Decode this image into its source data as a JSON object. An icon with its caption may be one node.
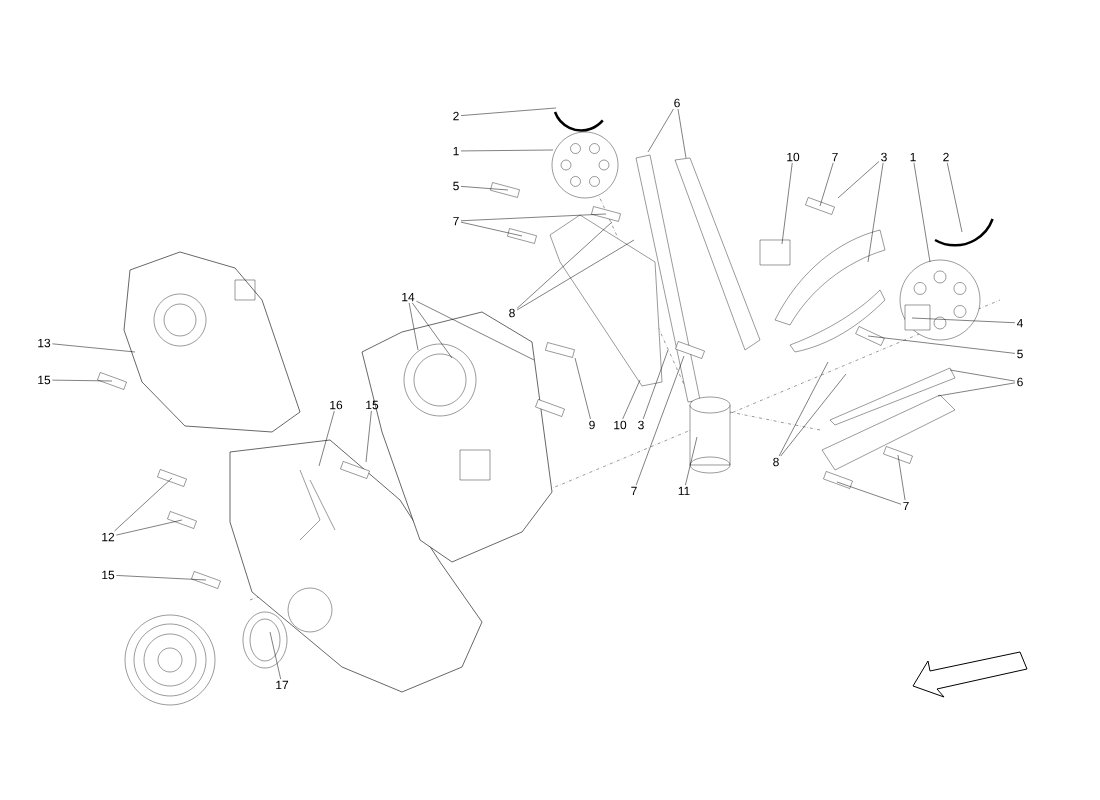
{
  "diagram": {
    "nodes": [
      {
        "text": [
          "6"
        ]
      },
      {
        "text": [
          "2"
        ]
      },
      {
        "text": [
          "1"
        ]
      },
      {
        "text": [
          "10"
        ]
      },
      {
        "text": [
          "7"
        ]
      },
      {
        "text": [
          "3"
        ]
      },
      {
        "text": [
          "1"
        ]
      },
      {
        "text": [
          "2"
        ]
      },
      {
        "text": [
          "5"
        ]
      },
      {
        "text": [
          "7"
        ]
      },
      {
        "text": [
          "14"
        ]
      },
      {
        "text": [
          "8"
        ]
      },
      {
        "text": [
          "4"
        ]
      },
      {
        "text": [
          "13"
        ]
      },
      {
        "text": [
          "5"
        ]
      },
      {
        "text": [
          "15"
        ]
      },
      {
        "text": [
          "6"
        ]
      },
      {
        "text": [
          "16"
        ]
      },
      {
        "text": [
          "15"
        ]
      },
      {
        "text": [
          "9"
        ]
      },
      {
        "text": [
          "10"
        ]
      },
      {
        "text": [
          "3"
        ]
      },
      {
        "text": [
          "8"
        ]
      },
      {
        "text": [
          "7"
        ]
      },
      {
        "text": [
          "11"
        ]
      },
      {
        "text": [
          "7"
        ]
      },
      {
        "text": [
          "12"
        ]
      },
      {
        "text": [
          "15"
        ]
      },
      {
        "text": [
          "17"
        ]
      }
    ],
    "edges": [
      {
        "from": 0,
        "to": null,
        "arrow": "none"
      },
      {
        "from": 0,
        "to": null,
        "arrow": "none"
      },
      {
        "from": 1,
        "to": null,
        "arrow": "none"
      },
      {
        "from": 2,
        "to": null,
        "arrow": "none"
      },
      {
        "from": 3,
        "to": null,
        "arrow": "none"
      },
      {
        "from": 4,
        "to": null,
        "arrow": "none"
      },
      {
        "from": 5,
        "to": null,
        "arrow": "none"
      },
      {
        "from": 5,
        "to": null,
        "arrow": "none"
      },
      {
        "from": 6,
        "to": null,
        "arrow": "none"
      },
      {
        "from": 7,
        "to": null,
        "arrow": "none"
      },
      {
        "from": 8,
        "to": null,
        "arrow": "none"
      },
      {
        "from": 9,
        "to": null,
        "arrow": "none"
      },
      {
        "from": 9,
        "to": null,
        "arrow": "none"
      },
      {
        "from": 10,
        "to": null,
        "arrow": "none"
      },
      {
        "from": 10,
        "to": null,
        "arrow": "none"
      },
      {
        "from": 10,
        "to": null,
        "arrow": "none"
      },
      {
        "from": 11,
        "to": null,
        "arrow": "none"
      },
      {
        "from": 11,
        "to": null,
        "arrow": "none"
      },
      {
        "from": 12,
        "to": null,
        "arrow": "none"
      },
      {
        "from": 13,
        "to": null,
        "arrow": "none"
      },
      {
        "from": 14,
        "to": null,
        "arrow": "none"
      },
      {
        "from": 15,
        "to": null,
        "arrow": "none"
      },
      {
        "from": 16,
        "to": null,
        "arrow": "none"
      },
      {
        "from": 16,
        "to": null,
        "arrow": "none"
      },
      {
        "from": 17,
        "to": null,
        "arrow": "none"
      },
      {
        "from": 18,
        "to": null,
        "arrow": "none"
      },
      {
        "from": 19,
        "to": null,
        "arrow": "none"
      },
      {
        "from": 20,
        "to": null,
        "arrow": "none"
      },
      {
        "from": 21,
        "to": null,
        "arrow": "none"
      },
      {
        "from": 22,
        "to": null,
        "arrow": "none"
      },
      {
        "from": 22,
        "to": null,
        "arrow": "none"
      },
      {
        "from": 23,
        "to": null,
        "arrow": "none"
      },
      {
        "from": 24,
        "to": null,
        "arrow": "none"
      },
      {
        "from": 25,
        "to": null,
        "arrow": "none"
      },
      {
        "from": 25,
        "to": null,
        "arrow": "none"
      },
      {
        "from": 26,
        "to": null,
        "arrow": "none"
      },
      {
        "from": 26,
        "to": null,
        "arrow": "none"
      },
      {
        "from": 27,
        "to": null,
        "arrow": "none"
      },
      {
        "from": 28,
        "to": null,
        "arrow": "none"
      }
    ]
  }
}
